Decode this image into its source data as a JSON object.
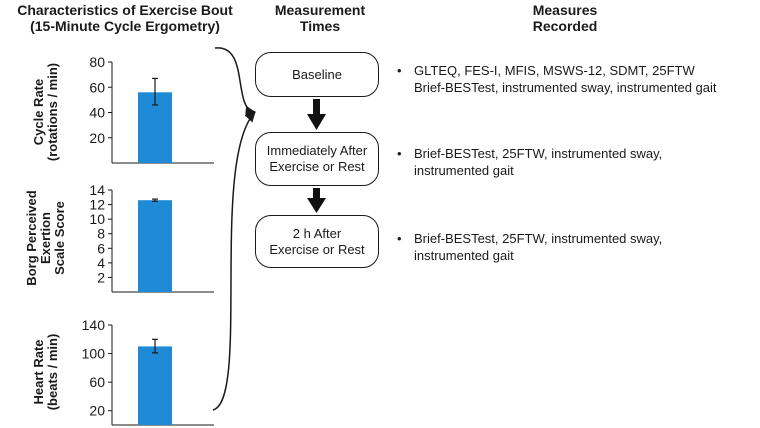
{
  "headers": {
    "characteristics": [
      "Characteristics of Exercise Bout",
      "(15-Minute Cycle Ergometry)"
    ],
    "times": [
      "Measurement",
      "Times"
    ],
    "measures": [
      "Measures",
      "Recorded"
    ]
  },
  "timeline": [
    {
      "lines": [
        "Baseline"
      ]
    },
    {
      "lines": [
        "Immediately After",
        "Exercise or Rest"
      ]
    },
    {
      "lines": [
        "2 h After",
        "Exercise or Rest"
      ]
    }
  ],
  "measures": [
    {
      "bullet": "•",
      "lines": [
        "GLTEQ, FES-I, MFIS, MSWS-12, SDMT, 25FTW",
        "Brief-BESTest, instrumented sway, instrumented gait"
      ]
    },
    {
      "bullet": "•",
      "lines": [
        "Brief-BESTest, 25FTW, instrumented sway,",
        "instrumented gait"
      ]
    },
    {
      "bullet": "•",
      "lines": [
        "Brief-BESTest, 25FTW, instrumented sway,",
        "instrumented gait"
      ]
    }
  ],
  "chart_data": [
    {
      "type": "bar",
      "ylabel": [
        "Cycle Rate",
        "(rotations / min)"
      ],
      "ticks": [
        20,
        40,
        60,
        80
      ],
      "ylim": [
        0,
        80
      ],
      "value": 56,
      "error": [
        46,
        67
      ],
      "color": "#1f8ad6"
    },
    {
      "type": "bar",
      "ylabel": [
        "Borg Perceived",
        "Exertion",
        "Scale Score"
      ],
      "ticks": [
        2,
        4,
        6,
        8,
        10,
        12,
        14
      ],
      "ylim": [
        0,
        14
      ],
      "value": 12.6,
      "error": [
        12.45,
        12.75
      ],
      "color": "#1f8ad6"
    },
    {
      "type": "bar",
      "ylabel": [
        "Heart Rate",
        "(beats / min)"
      ],
      "ticks": [
        20,
        60,
        100,
        140
      ],
      "ylim": [
        0,
        140
      ],
      "value": 110,
      "error": [
        101,
        120
      ],
      "color": "#1f8ad6"
    }
  ]
}
